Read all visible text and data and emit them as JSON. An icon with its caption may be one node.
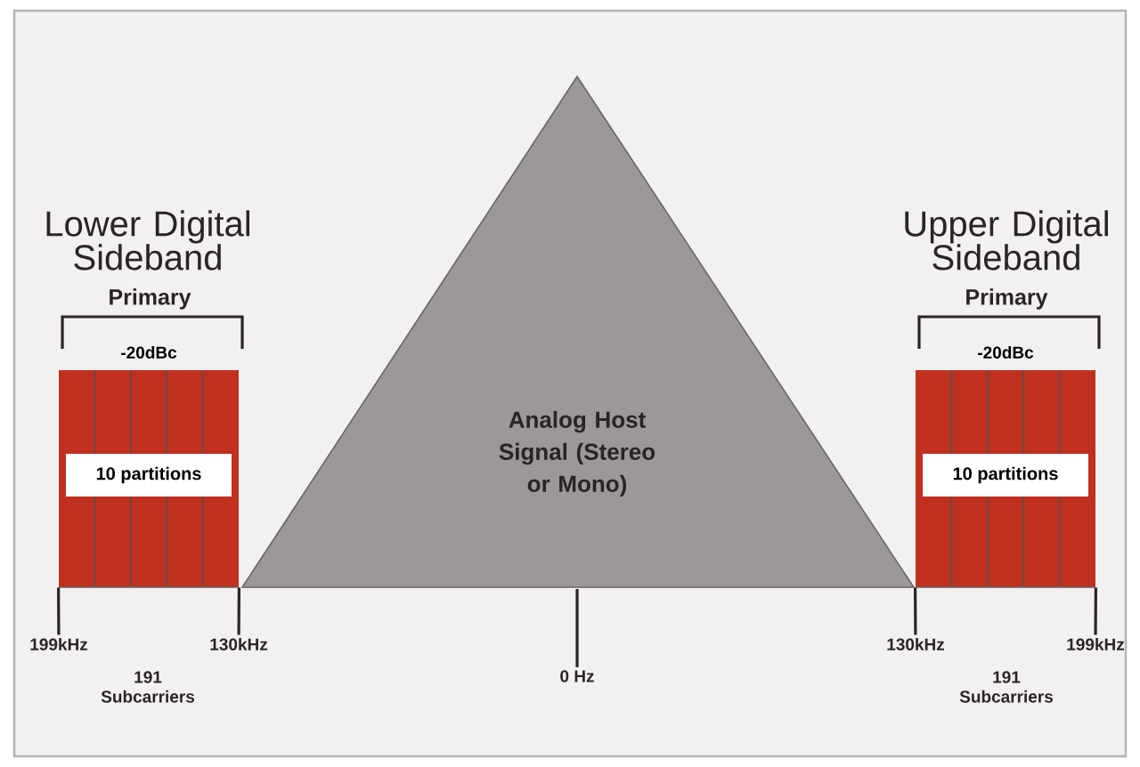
{
  "diagram": {
    "nodes": [
      {
        "text": [
          "10 partitions"
        ],
        "beside": [
          "-20dBc"
        ]
      },
      {
        "text": [
          "Analog Host Signal (Stereo or Mono)"
        ]
      },
      {
        "text": [
          "10 partitions"
        ],
        "beside": [
          "-20dBc"
        ]
      },
      {
        "text": [
          "199kHz"
        ]
      },
      {
        "text": [
          "130kHz"
        ]
      },
      {
        "text": [
          "0 Hz"
        ]
      },
      {
        "text": [
          "130kHz"
        ]
      },
      {
        "text": [
          "199kHz"
        ]
      }
    ],
    "edges": [
      {
        "from": 0,
        "to": 3,
        "arrow": "none"
      },
      {
        "from": 0,
        "to": 4,
        "arrow": "none"
      },
      {
        "from": 1,
        "to": 5,
        "arrow": "none"
      },
      {
        "from": 2,
        "to": 6,
        "arrow": "none"
      },
      {
        "from": 2,
        "to": 7,
        "arrow": "none"
      }
    ],
    "labels": [
      "Lower Digital Sideband",
      "Upper Digital Sideband",
      "Primary",
      "Primary",
      "191 Subcarriers",
      "191 Subcarriers"
    ]
  }
}
